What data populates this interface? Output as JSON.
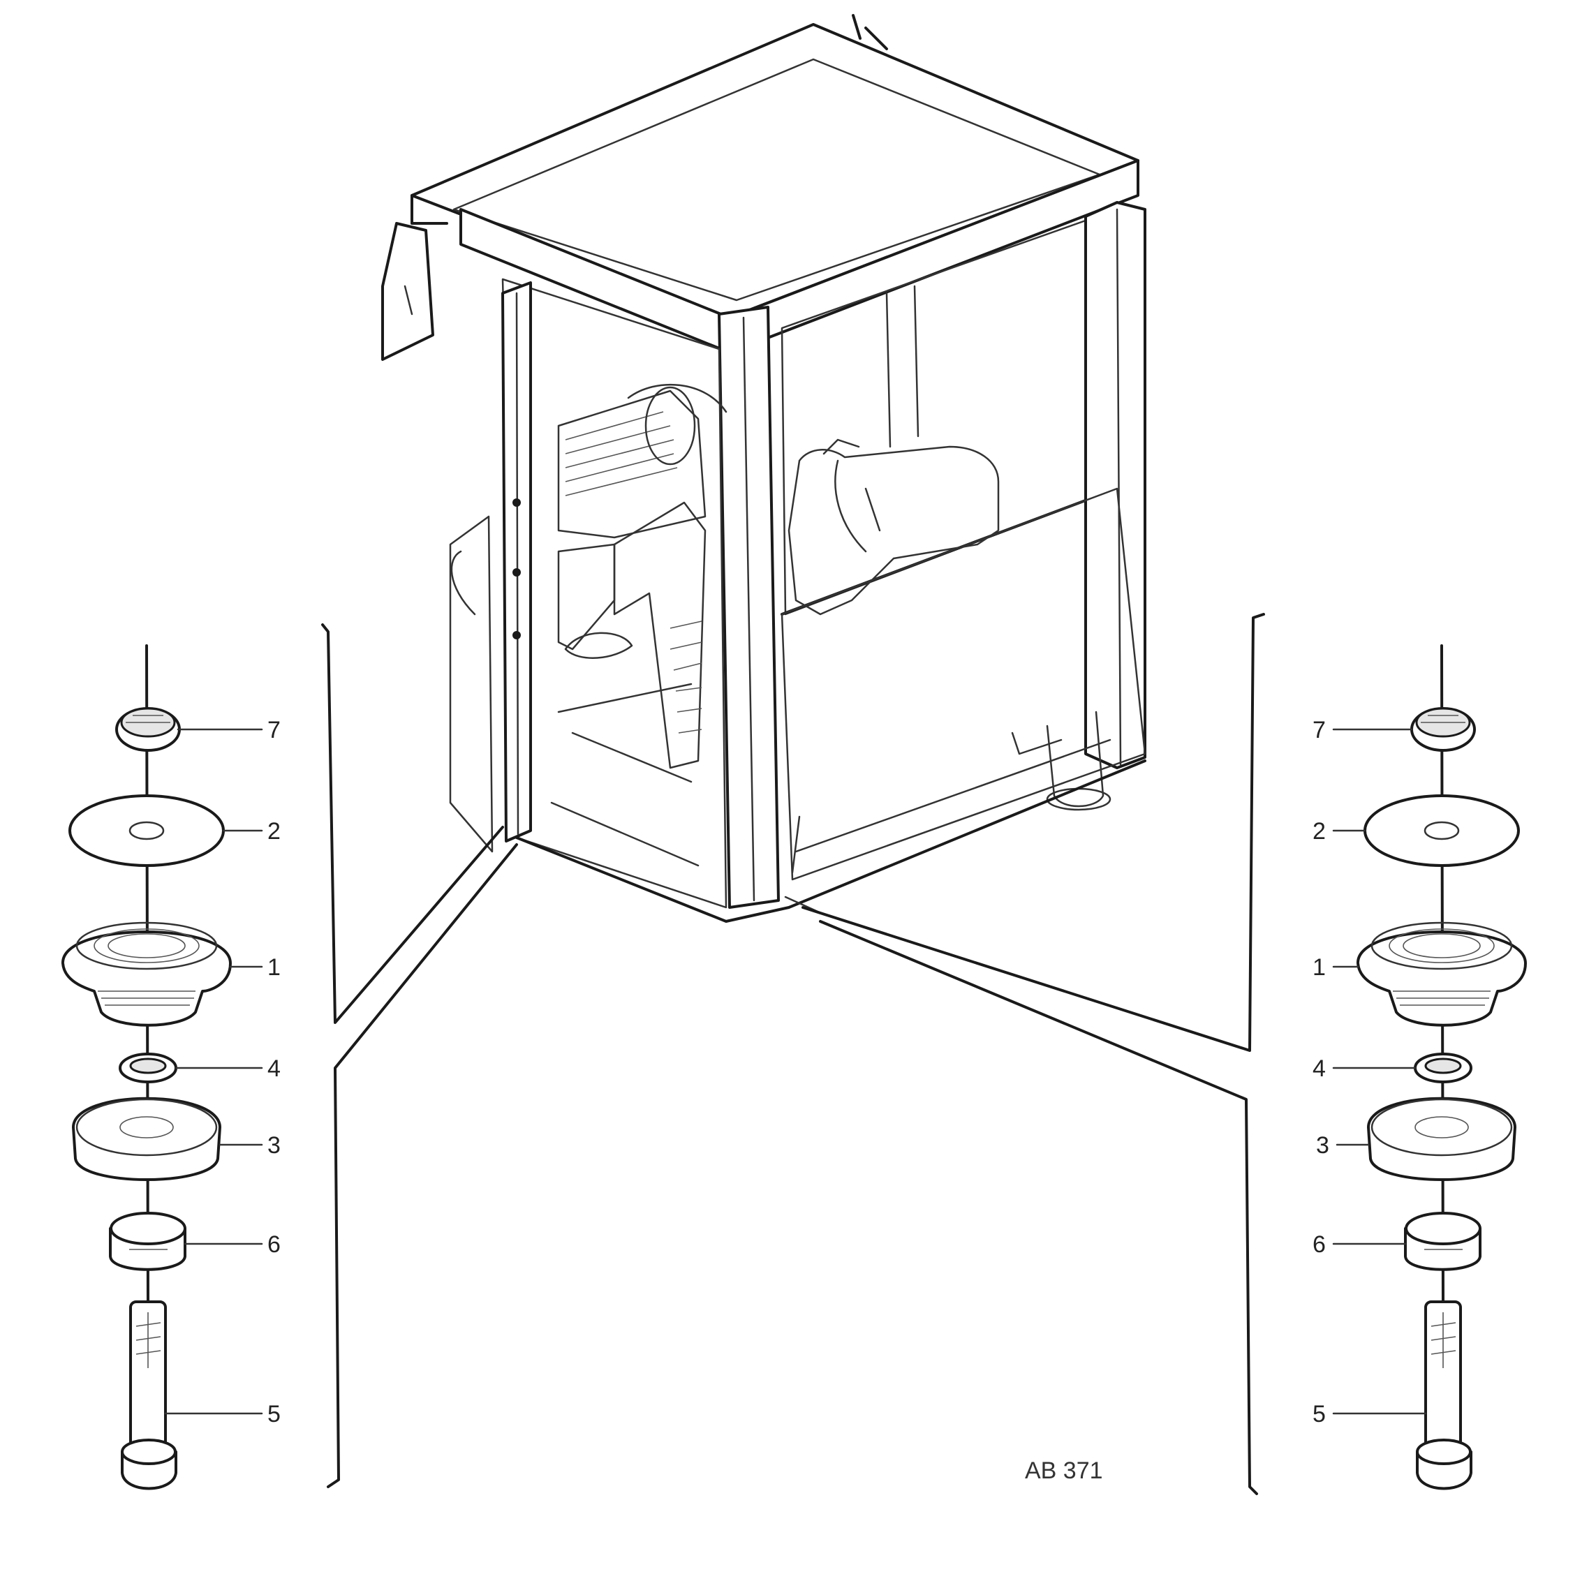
{
  "diagram": {
    "left_callouts": [
      "7",
      "2",
      "1",
      "4",
      "3",
      "6",
      "5"
    ],
    "right_callouts": [
      "7",
      "2",
      "1",
      "4",
      "3",
      "6",
      "5"
    ],
    "footer": {
      "line1": "",
      "line2": "",
      "code": "AB 371"
    }
  }
}
